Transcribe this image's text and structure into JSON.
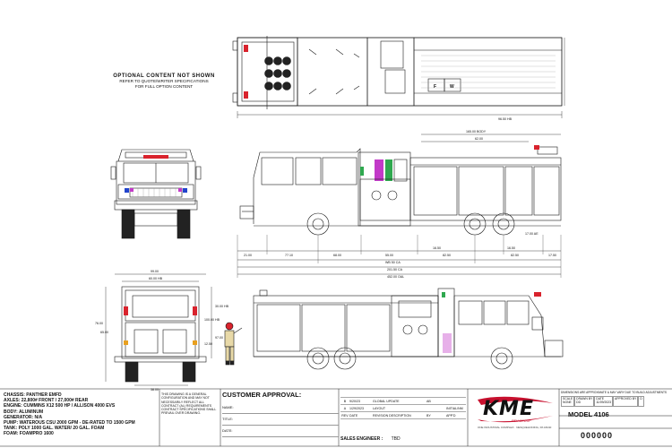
{
  "note": {
    "heading": "OPTIONAL CONTENT NOT SHOWN",
    "line1": "REFER TO QUOTE/WRITER SPECIFICATIONS",
    "line2": "FOR FULL OPTION CONTENT"
  },
  "dims": {
    "top_hb": "96.50 HB",
    "body_width": "165.00 BODY",
    "body_width2": "62.00",
    "ground_ae": "17.00 AE",
    "seg1": "21.00",
    "seg2": "77.10",
    "seg3": "68.00",
    "seg4": "55.00",
    "seg5": "82.50",
    "seg6": "82.50",
    "seg7": "17.50",
    "sub1": "16.50",
    "sub2": "16.50",
    "wb": "WB 50 CA",
    "ae": "201.50 CA",
    "oal": "452.00 OAL",
    "w1": "99.00",
    "w2": "60.00 HB",
    "h1": "30.00 HB",
    "h2": "100.00 HB",
    "h3": "12.50",
    "h4": "97.00",
    "h5": "76.00",
    "h6": "65.00",
    "bottom_w": "38.00"
  },
  "panel": {
    "f": "F",
    "w": "W"
  },
  "specs": [
    "CHASSIS: PANTHER EMFD",
    "AXLES: 22,800# FRONT / 27,000# REAR",
    "ENGINE: CUMMINS X12 500 HP / ALLISON 4000 EVS",
    "BODY: ALUMINUM",
    "GENERATOR: N/A",
    "PUMP: WATEROUS CSU 2000 GPM - DE-RATED TO 1500 GPM",
    "TANK: POLY 1000 GAL. WATER/ 20 GAL. FOAM",
    "FOAM: FOAMPRO 1600"
  ],
  "disclaimer": "THIS DRAWING IS A GENERAL CONFIGURATION AND MAY NOT NECESSARILY REFLECT ALL CONTRACT (AL) REQUIREMENTS CONTRACT SPECIFICATIONS SHALL PREVAIL OVER DRAWING.",
  "customer": {
    "title": "CUSTOMER APPROVAL:",
    "fields": [
      "NAME:",
      "TITLE:",
      "DATE:"
    ]
  },
  "revisions": {
    "rows": [
      [
        "",
        "",
        "",
        "",
        ""
      ],
      [
        "B",
        "9/20/23",
        "GLOBAL UPDATE",
        "AB",
        ""
      ],
      [
        "A",
        "1/29/2023",
        "LAYOUT",
        "",
        "INITIAL/NM"
      ],
      [
        "REV",
        "DATE",
        "REVISION DESCRIPTION",
        "BY",
        "APP'D"
      ]
    ]
  },
  "sales": {
    "label": "SALES ENGINEER :",
    "value": "TBD"
  },
  "logo": {
    "name": "KME",
    "sub": "REV GROUP",
    "address": "ONE INDUSTRIAL COMPLEX · NESQUEHONING, PA 18240"
  },
  "title_block": {
    "top": "DIMENSIONS ARE APPROXIMATE & MAY VARY DUE TO BUILD ADJUSTMENTS",
    "grid": [
      [
        "SCALE",
        "NONE"
      ],
      [
        "DRAWN BY",
        "DD"
      ],
      [
        "DATE",
        "11/09/2023"
      ],
      [
        "APPROVED BY",
        ""
      ]
    ],
    "rev_label": "D",
    "model": "MODEL 4106",
    "number": "000000"
  },
  "colors": {
    "logo_red": "#c8102e",
    "line": "#1a1a1a",
    "green": "#2fa84f",
    "magenta": "#c23ac8",
    "red": "#d9232d",
    "blue": "#2244cc",
    "amber": "#e8a020"
  }
}
